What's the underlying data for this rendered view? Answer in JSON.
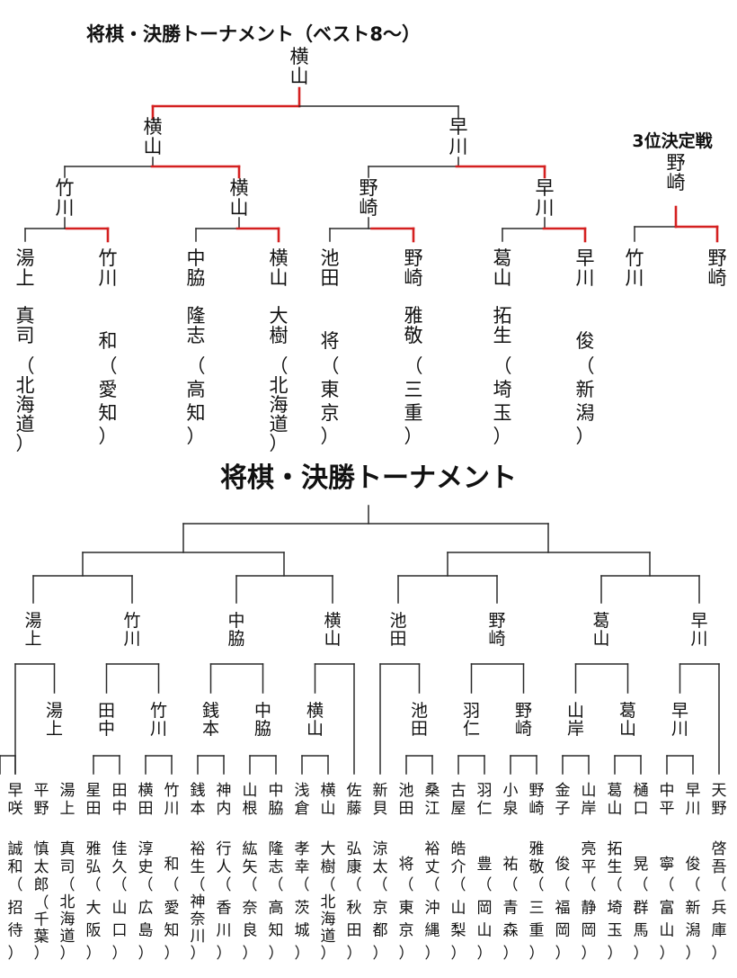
{
  "top": {
    "title": "将棋・決勝トーナメント（ベスト8〜）",
    "champion": "横山",
    "semifinal": [
      "横山",
      "早川"
    ],
    "quarterfinal": [
      "竹川",
      "横山",
      "野崎",
      "早川"
    ],
    "players": [
      {
        "surname": "湯上",
        "given": "真司",
        "pref": "北海道"
      },
      {
        "surname": "竹川",
        "given": "和",
        "pref": "愛知"
      },
      {
        "surname": "中脇",
        "given": "隆志",
        "pref": "高知"
      },
      {
        "surname": "横山",
        "given": "大樹",
        "pref": "北海道"
      },
      {
        "surname": "池田",
        "given": "将",
        "pref": "東京"
      },
      {
        "surname": "野崎",
        "given": "雅敬",
        "pref": "三重"
      },
      {
        "surname": "葛山",
        "given": "拓生",
        "pref": "埼玉"
      },
      {
        "surname": "早川",
        "given": "俊",
        "pref": "新潟"
      }
    ]
  },
  "third_place": {
    "title": "3位決定戦",
    "winner": "野崎",
    "players": [
      "竹川",
      "野崎"
    ]
  },
  "bottom": {
    "title": "将棋・決勝トーナメント",
    "best8": [
      "湯上",
      "竹川",
      "中脇",
      "横山",
      "池田",
      "野崎",
      "葛山",
      "早川"
    ],
    "round2": [
      {
        "index": 1,
        "name": "湯上"
      },
      {
        "index": 3,
        "name": "田中"
      },
      {
        "index": 4,
        "name": "竹川"
      },
      {
        "index": 5,
        "name": "銭本"
      },
      {
        "index": 6,
        "name": "中脇"
      },
      {
        "index": 7,
        "name": "横山"
      },
      {
        "index": 9,
        "name": "池田"
      },
      {
        "index": 10,
        "name": "羽仁"
      },
      {
        "index": 11,
        "name": "野崎"
      },
      {
        "index": 12,
        "name": "山岸"
      },
      {
        "index": 13,
        "name": "葛山"
      },
      {
        "index": 14,
        "name": "早川"
      }
    ],
    "players": [
      {
        "surname": "早咲",
        "given": "誠和",
        "pref": "招待"
      },
      {
        "surname": "平野",
        "given": "慎太郎",
        "pref": "千葉"
      },
      {
        "surname": "湯上",
        "given": "真司",
        "pref": "北海道"
      },
      {
        "surname": "星田",
        "given": "雅弘",
        "pref": "大阪"
      },
      {
        "surname": "田中",
        "given": "佳久",
        "pref": "山口"
      },
      {
        "surname": "横田",
        "given": "淳史",
        "pref": "広島"
      },
      {
        "surname": "竹川",
        "given": "和",
        "pref": "愛知"
      },
      {
        "surname": "銭本",
        "given": "裕生",
        "pref": "神奈川"
      },
      {
        "surname": "神内",
        "given": "行人",
        "pref": "香川"
      },
      {
        "surname": "山根",
        "given": "紘矢",
        "pref": "奈良"
      },
      {
        "surname": "中脇",
        "given": "隆志",
        "pref": "高知"
      },
      {
        "surname": "浅倉",
        "given": "孝幸",
        "pref": "茨城"
      },
      {
        "surname": "横山",
        "given": "大樹",
        "pref": "北海道"
      },
      {
        "surname": "佐藤",
        "given": "弘康",
        "pref": "秋田"
      },
      {
        "surname": "新貝",
        "given": "涼太",
        "pref": "京都"
      },
      {
        "surname": "池田",
        "given": "将",
        "pref": "東京"
      },
      {
        "surname": "桑江",
        "given": "裕丈",
        "pref": "沖縄"
      },
      {
        "surname": "古屋",
        "given": "皓介",
        "pref": "山梨"
      },
      {
        "surname": "羽仁",
        "given": "豊",
        "pref": "岡山"
      },
      {
        "surname": "小泉",
        "given": "祐",
        "pref": "青森"
      },
      {
        "surname": "野崎",
        "given": "雅敬",
        "pref": "三重"
      },
      {
        "surname": "金子",
        "given": "俊",
        "pref": "福岡"
      },
      {
        "surname": "山岸",
        "given": "亮平",
        "pref": "静岡"
      },
      {
        "surname": "葛山",
        "given": "拓生",
        "pref": "埼玉"
      },
      {
        "surname": "樋口",
        "given": "晃",
        "pref": "群馬"
      },
      {
        "surname": "中平",
        "given": "寧",
        "pref": "富山"
      },
      {
        "surname": "早川",
        "given": "俊",
        "pref": "新潟"
      },
      {
        "surname": "天野",
        "given": "啓吾",
        "pref": "兵庫"
      }
    ]
  },
  "colors": {
    "winner_line": "#d42020",
    "line": "#2a2a2a",
    "text": "#111111"
  }
}
